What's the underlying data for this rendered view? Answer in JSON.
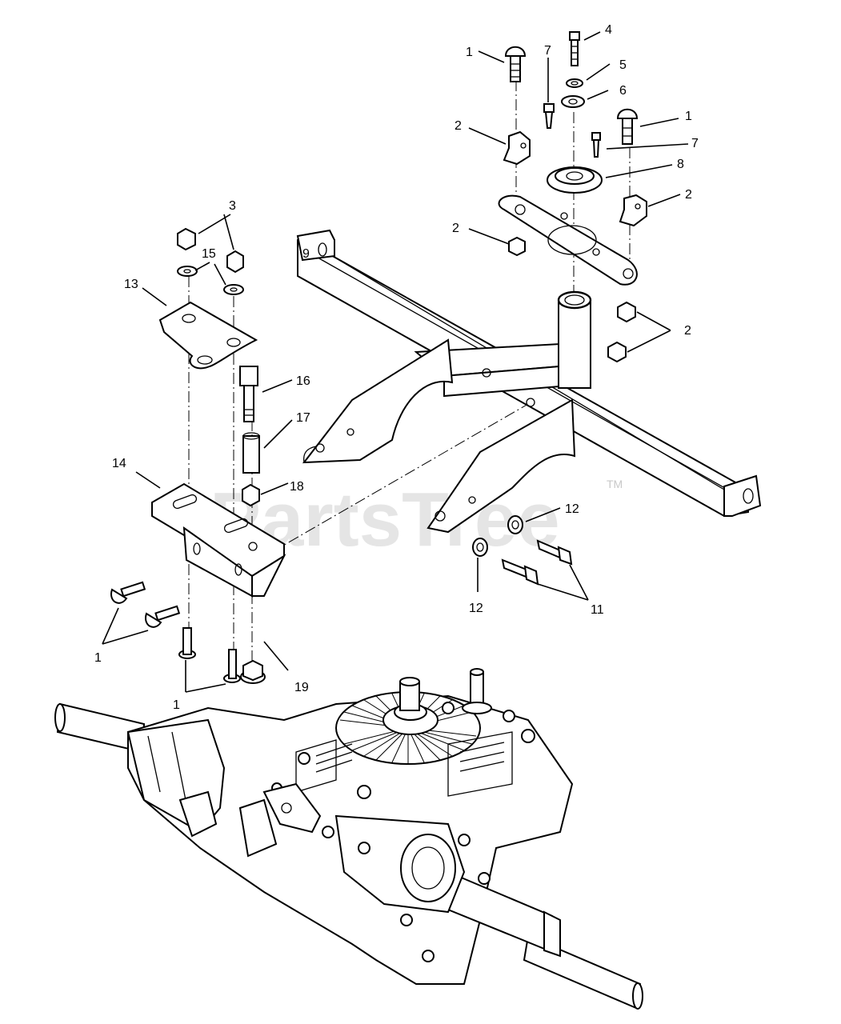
{
  "watermark": {
    "text": "PartsTree",
    "trademark": "TM"
  },
  "callouts": {
    "c1a": "1",
    "c1b": "1",
    "c1c": "1",
    "c1d": "1",
    "c2a": "2",
    "c2b": "2",
    "c2c": "2",
    "c2d": "2",
    "c3": "3",
    "c4": "4",
    "c5": "5",
    "c6": "6",
    "c7a": "7",
    "c7b": "7",
    "c8": "8",
    "c9": "9",
    "c11": "11",
    "c12a": "12",
    "c12b": "12",
    "c13": "13",
    "c14": "14",
    "c15": "15",
    "c16": "16",
    "c17": "17",
    "c18": "18",
    "c19": "19"
  }
}
